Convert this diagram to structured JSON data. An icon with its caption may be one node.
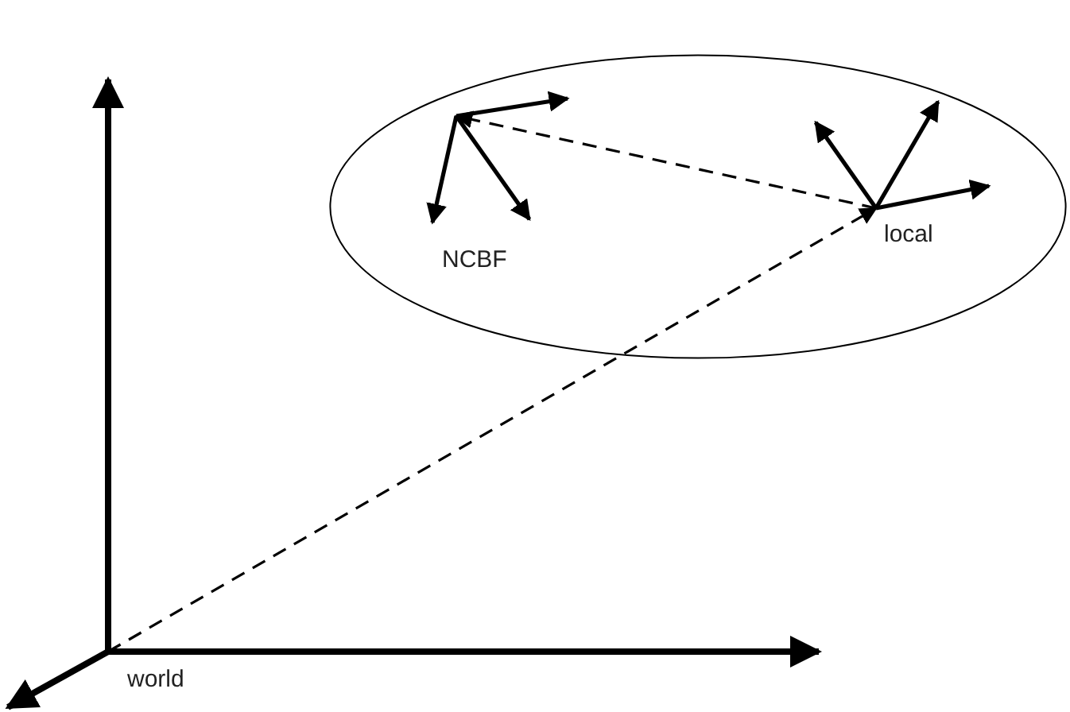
{
  "diagram": {
    "nodes": [
      {
        "text": [],
        "shape": "circle"
      },
      {
        "text": [
          "NCBF"
        ],
        "in": 0
      },
      {
        "text": [
          "local"
        ],
        "in": 0
      },
      {
        "text": [
          "world"
        ]
      }
    ],
    "edges": [
      {
        "from": 2,
        "to": 1,
        "arrow": "to",
        "style": "dashed"
      },
      {
        "from": 3,
        "to": 2,
        "arrow": "to",
        "style": "dashed"
      }
    ]
  }
}
